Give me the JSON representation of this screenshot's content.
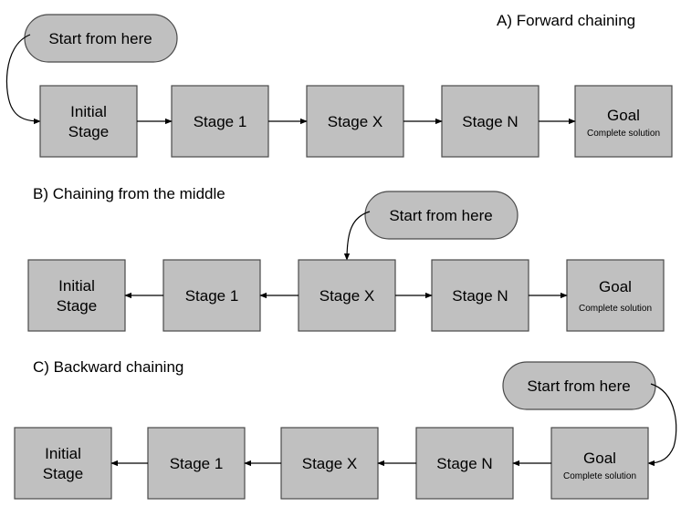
{
  "sections": [
    {
      "title": "A)  Forward chaining",
      "start_label": "Start from here",
      "stages": [
        {
          "line1": "Initial",
          "line2": "Stage"
        },
        {
          "line1": "Stage 1"
        },
        {
          "line1": "Stage X"
        },
        {
          "line1": "Stage N"
        },
        {
          "line1": "Goal",
          "sub": "Complete solution"
        }
      ]
    },
    {
      "title": "B) Chaining from the middle",
      "start_label": "Start from here",
      "stages": [
        {
          "line1": "Initial",
          "line2": "Stage"
        },
        {
          "line1": "Stage 1"
        },
        {
          "line1": "Stage X"
        },
        {
          "line1": "Stage N"
        },
        {
          "line1": "Goal",
          "sub": "Complete solution"
        }
      ]
    },
    {
      "title": "C) Backward chaining",
      "start_label": "Start from here",
      "stages": [
        {
          "line1": "Initial",
          "line2": "Stage"
        },
        {
          "line1": "Stage 1"
        },
        {
          "line1": "Stage X"
        },
        {
          "line1": "Stage N"
        },
        {
          "line1": "Goal",
          "sub": "Complete solution"
        }
      ]
    }
  ]
}
